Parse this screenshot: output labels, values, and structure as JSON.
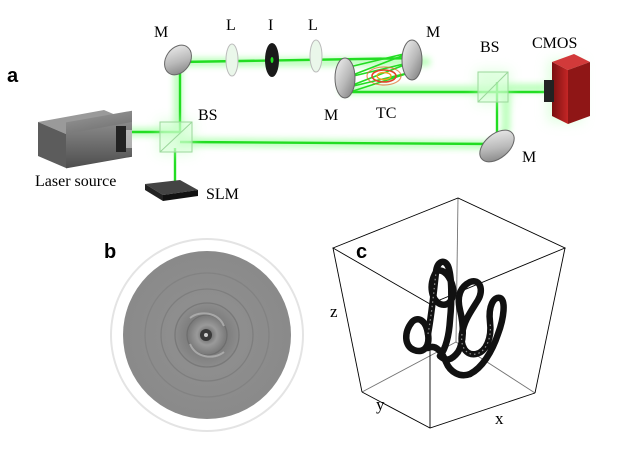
{
  "panels": {
    "a": "a",
    "b": "b",
    "c": "c"
  },
  "components": {
    "mirror": "M",
    "lens": "L",
    "iris": "I",
    "beam_splitter": "BS",
    "camera": "CMOS",
    "turbulence_cell": "TC",
    "source": "Laser source",
    "modulator": "SLM"
  },
  "axes": {
    "x": "x",
    "y": "y",
    "z": "z"
  },
  "colors": {
    "beam": "#22dd22",
    "beam_glow": "#7dff7d",
    "camera_body": "#b81e1e",
    "source_body": "#6e6e6e",
    "trajectory": "#111111",
    "pattern": "#8c8c8c"
  }
}
